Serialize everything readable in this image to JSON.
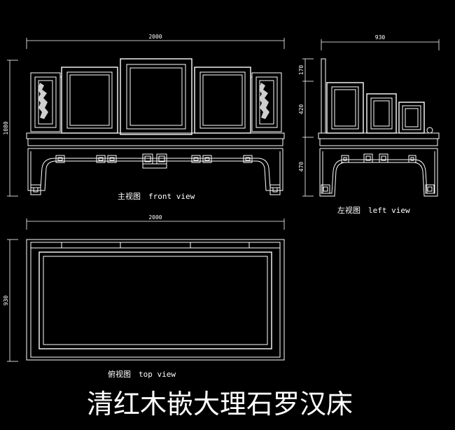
{
  "title": "清红木嵌大理石罗汉床",
  "views": {
    "front": {
      "label": "主视图　front view",
      "width_dim": "2000",
      "height_dim": "1080"
    },
    "left": {
      "label": "左视图　left view",
      "width_dim": "930",
      "dims": [
        "170",
        "420",
        "470"
      ]
    },
    "top": {
      "label": "俯视图　top view",
      "width_dim": "2000",
      "depth_dim": "930"
    }
  },
  "colors": {
    "background": "#000000",
    "line": "#ffffff"
  }
}
